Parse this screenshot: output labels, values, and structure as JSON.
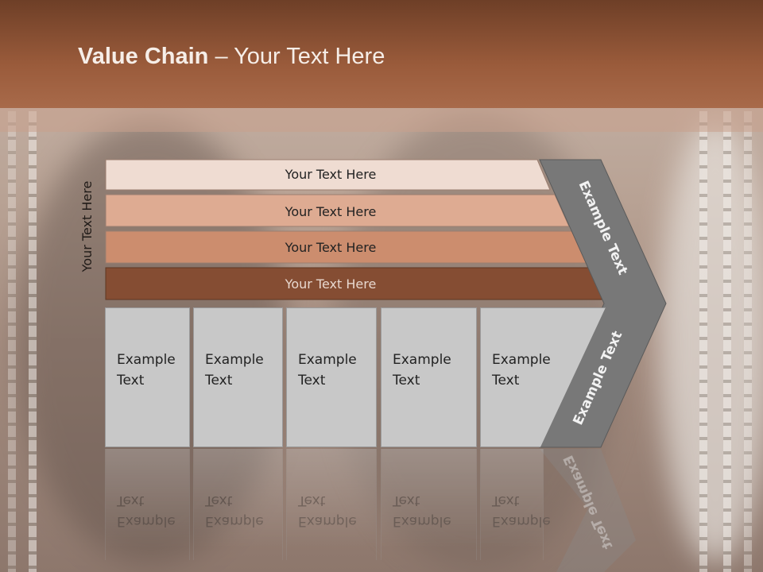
{
  "header": {
    "title_bold": "Value Chain",
    "title_rest": " – Your Text Here"
  },
  "side_label": "Your Text Here",
  "bars": [
    {
      "label": "Your Text Here"
    },
    {
      "label": "Your Text Here"
    },
    {
      "label": "Your Text Here"
    },
    {
      "label": "Your Text Here"
    }
  ],
  "chevron": {
    "upper_text": "Example Text",
    "lower_text": "Example Text"
  },
  "boxes": [
    {
      "line1": "Example",
      "line2": "Text"
    },
    {
      "line1": "Example",
      "line2": "Text"
    },
    {
      "line1": "Example",
      "line2": "Text"
    },
    {
      "line1": "Example",
      "line2": "Text"
    },
    {
      "line1": "Example",
      "line2": "Text"
    }
  ],
  "colors": {
    "header": "#9a5b3b",
    "bar1": "#efdcd2",
    "bar2": "#deab92",
    "bar3": "#cc8d6e",
    "bar4": "#854d33",
    "chevron": "#777777",
    "box": "#c8c8c8"
  }
}
